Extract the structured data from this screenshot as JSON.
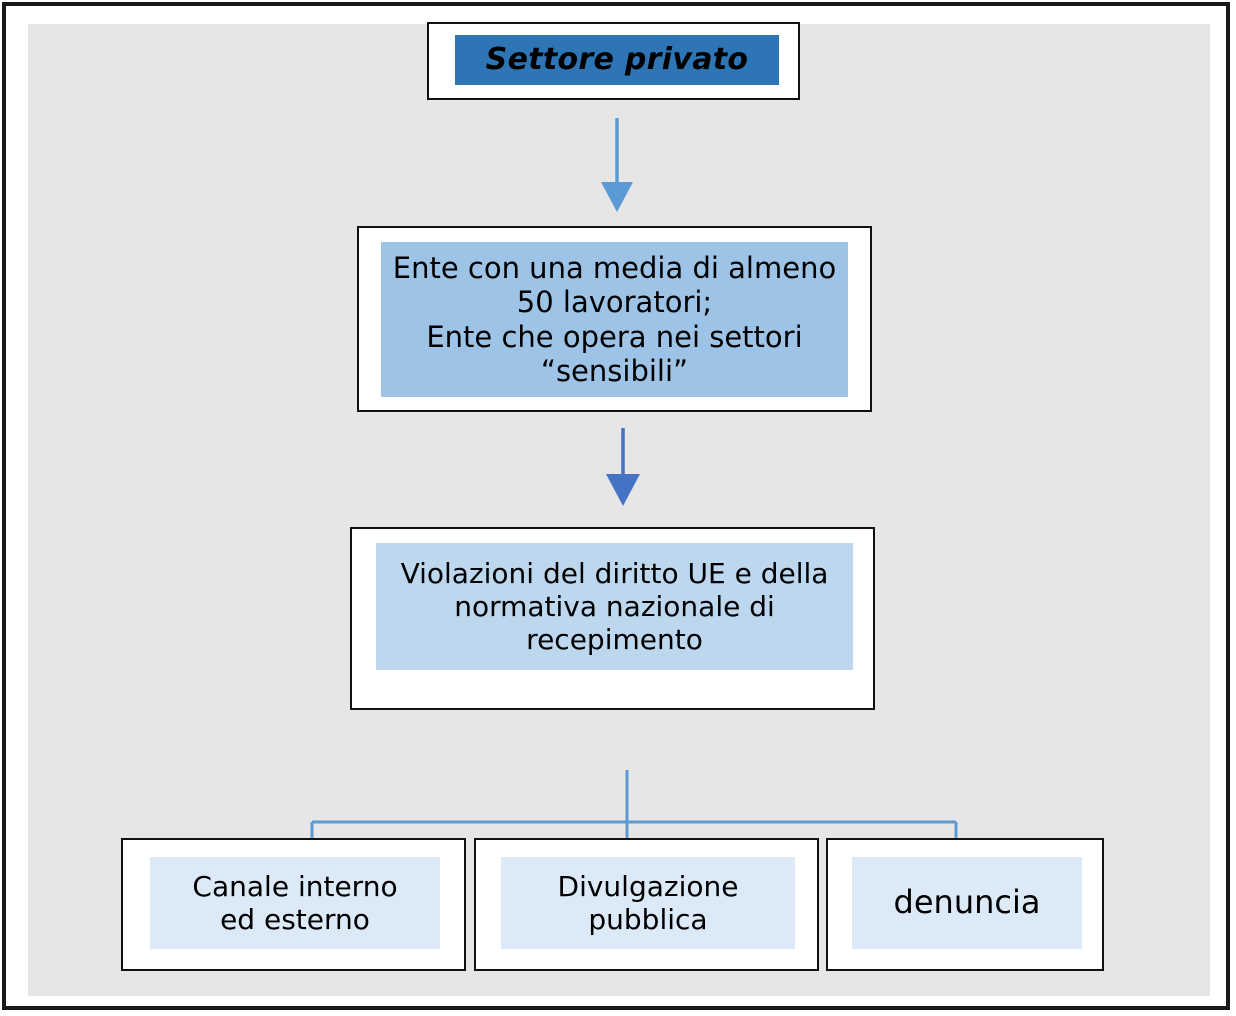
{
  "diagram": {
    "title_node": {
      "label": "Settore privato"
    },
    "nodes": {
      "entity": {
        "lines": [
          "Ente con una media di almeno",
          "50 lavoratori;",
          "Ente che opera nei settori",
          "“sensibili”"
        ]
      },
      "violations": {
        "lines": [
          "Violazioni del diritto UE e della",
          "normativa nazionale di",
          "recepimento"
        ]
      },
      "channel": {
        "lines": [
          "Canale interno",
          "ed esterno"
        ]
      },
      "disclosure": {
        "lines": [
          "Divulgazione",
          "pubblica"
        ]
      },
      "report": {
        "lines": [
          "denuncia"
        ]
      }
    },
    "colors": {
      "frame": "#1a1a1a",
      "panel_background": "#e6e6e6",
      "title_fill": "#2e75b6",
      "entity_fill": "#9dc3e6",
      "violations_fill": "#bdd7ee",
      "branch_fill": "#dce9f7",
      "arrow_light": "#5b9bd5",
      "arrow_dark": "#4472c4"
    }
  }
}
